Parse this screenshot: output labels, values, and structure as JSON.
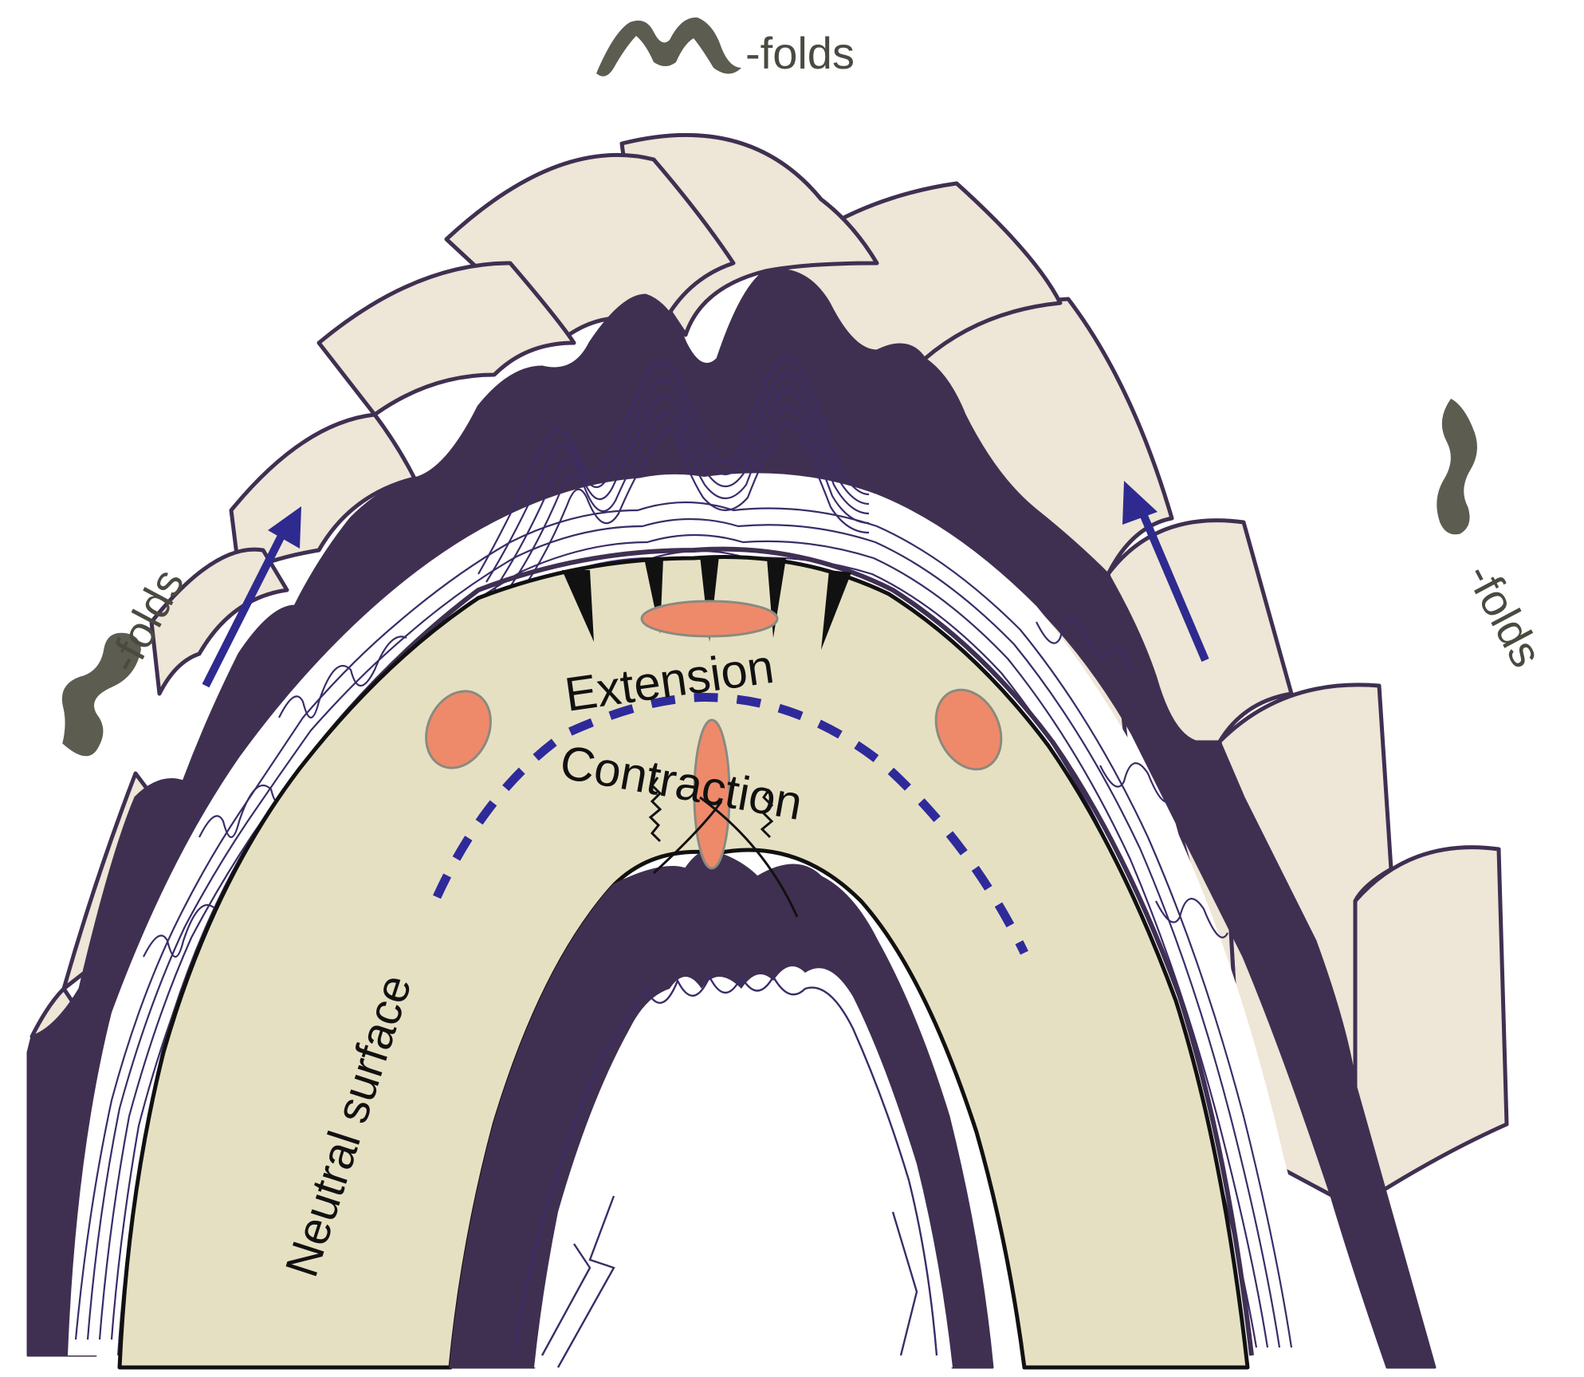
{
  "labels": {
    "m_folds": "-folds",
    "z_folds": "-folds",
    "s_folds": "-folds",
    "extension": "Extension",
    "contraction": "Contraction",
    "neutral_surface": "Neutral surface"
  },
  "colors": {
    "dark_layer": "#3f3052",
    "beige_outer": "#eee6d6",
    "core_layer": "#e6e0c3",
    "lamination": "#3b2c68",
    "strain_ellipse": "#ee8a6a",
    "arrow": "#2e2a8f",
    "fold_symbol": "#5c5c50",
    "neutral_dash": "#2f2a9a"
  },
  "icons": {
    "m_fold_symbol": "m-fold-shape-icon",
    "z_fold_symbol": "z-fold-shape-icon",
    "s_fold_symbol": "s-fold-shape-icon",
    "shear_arrow": "arrow-up-icon"
  }
}
